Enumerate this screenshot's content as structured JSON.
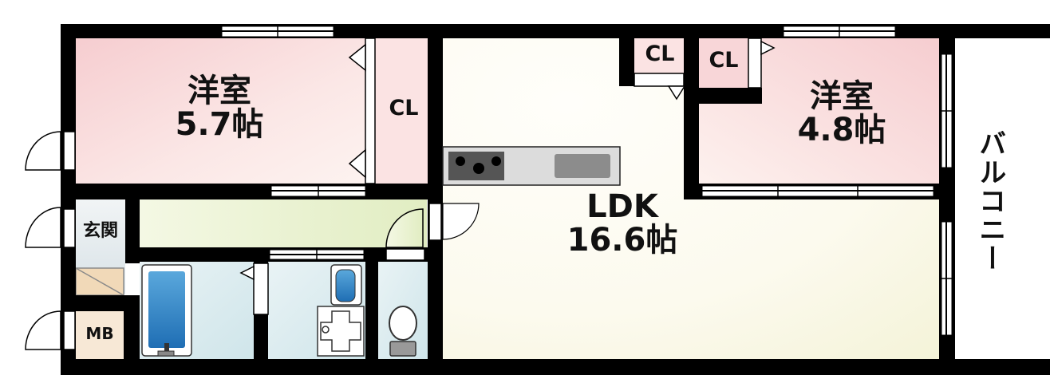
{
  "rooms": {
    "western1": {
      "name": "洋室",
      "size": "5.7帖"
    },
    "western2": {
      "name": "洋室",
      "size": "4.8帖"
    },
    "ldk": {
      "name": "LDK",
      "size": "16.6帖"
    },
    "cl1": "CL",
    "cl2": "CL",
    "cl3": "CL",
    "entrance": "玄関",
    "mb": "MB"
  },
  "balcony": "バルコニー",
  "colors": {
    "wall": "#000000",
    "western_room": "#f9d8d8",
    "ldk": "#fdfcf3",
    "corridor": "#e9f2d0",
    "bath": "#dcebf0",
    "mb": "#f5e7d5",
    "entrance": "#e3eaee"
  }
}
